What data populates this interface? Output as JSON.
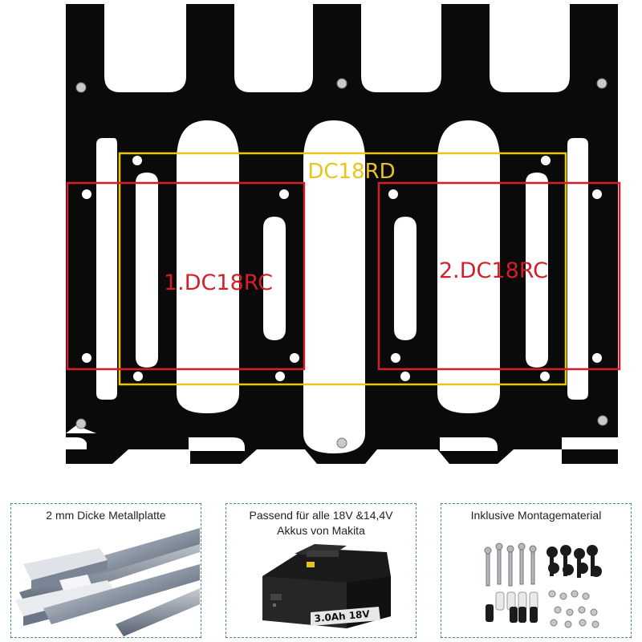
{
  "overlay": {
    "outer_label": "DC18RD",
    "left_label": "1.DC18RC",
    "right_label": "2.DC18RC"
  },
  "colors": {
    "plate": "#0a0a0a",
    "outer_box": "#e8c619",
    "charger_box": "#d41f2a",
    "card_border": "#4d8a8e"
  },
  "features": [
    {
      "title": "2 mm Dicke Metallplatte",
      "icon": "metal-bars-image"
    },
    {
      "title_line1": "Passend für alle 18V &14,4V",
      "title_line2": "Akkus von Makita",
      "icon": "battery-image",
      "battery_label": "3.0Ah 18V"
    },
    {
      "title": "Inklusive Montagematerial",
      "icon": "mounting-hardware-image"
    }
  ]
}
